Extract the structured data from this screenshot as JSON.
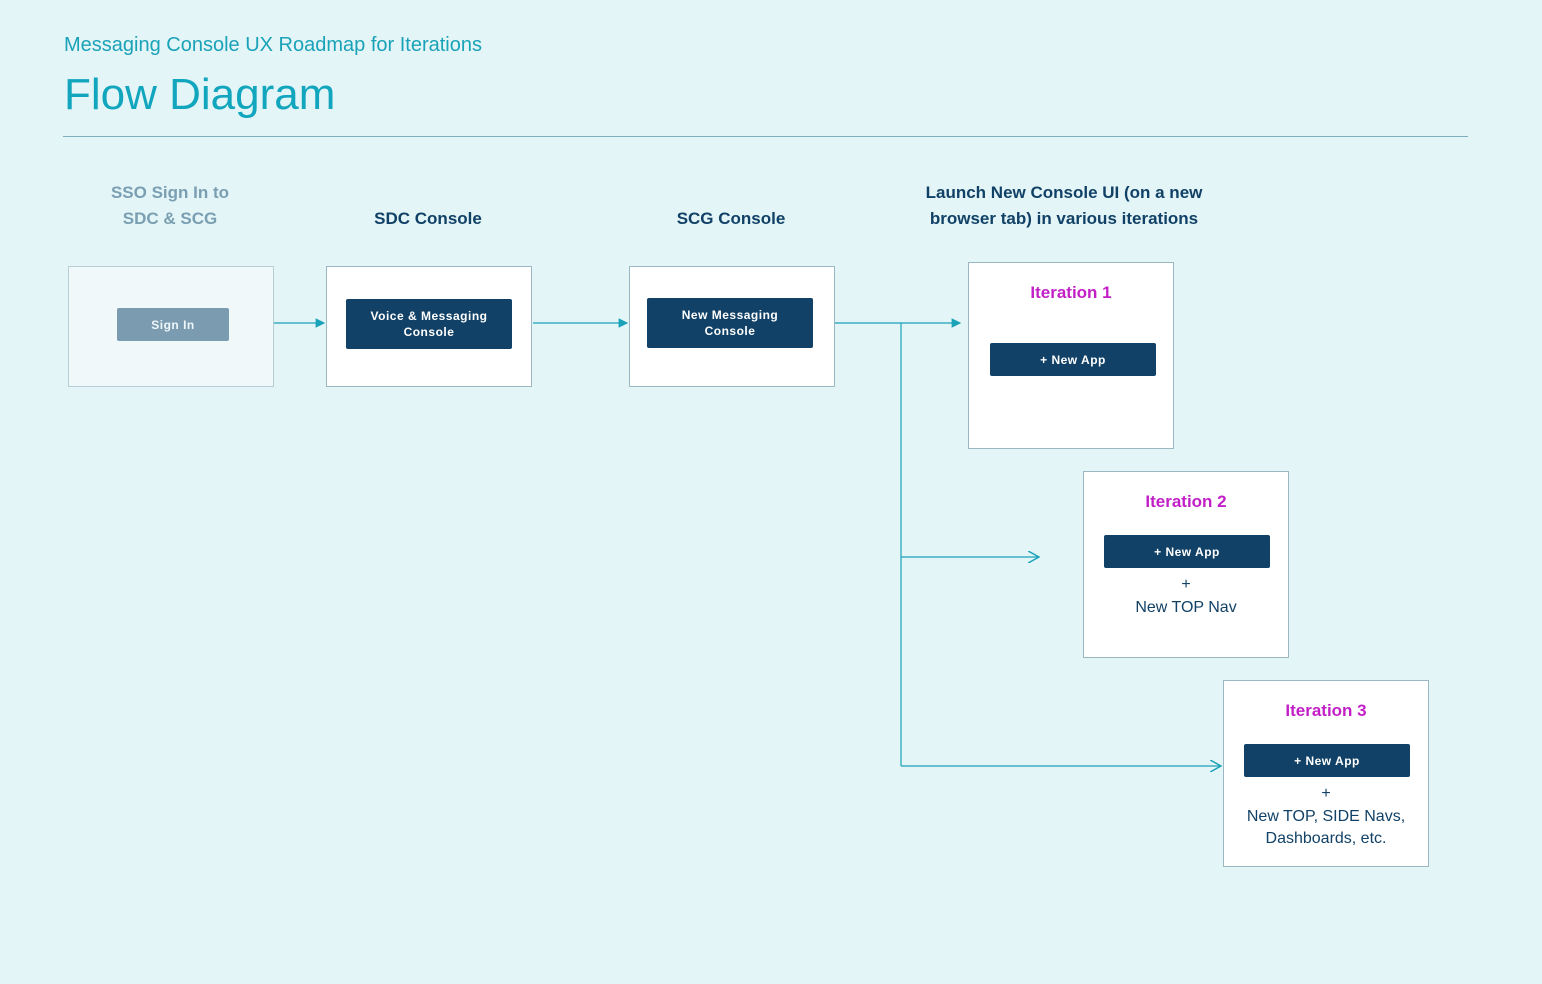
{
  "header": {
    "subtitle": "Messaging Console UX Roadmap for Iterations",
    "title": "Flow Diagram"
  },
  "columns": {
    "sso": {
      "heading": "SSO Sign In to\nSDC & SCG",
      "button": "Sign In"
    },
    "sdc": {
      "heading": "SDC Console",
      "button": "Voice & Messaging\nConsole"
    },
    "scg": {
      "heading": "SCG Console",
      "button": "New Messaging\nConsole"
    },
    "launch": {
      "heading": "Launch New Console UI (on a new\nbrowser tab) in various iterations"
    }
  },
  "iterations": [
    {
      "title": "Iteration 1",
      "button": "+ New App",
      "plus": "",
      "extra": ""
    },
    {
      "title": "Iteration 2",
      "button": "+ New App",
      "plus": "+",
      "extra": "New TOP Nav"
    },
    {
      "title": "Iteration 3",
      "button": "+ New App",
      "plus": "+",
      "extra": "New TOP, SIDE Navs,\nDashboards, etc."
    }
  ],
  "colors": {
    "background": "#e3f5f7",
    "accent": "#12a6be",
    "navy": "#114166",
    "iteration": "#c21fc7",
    "connector": "#1aa2b8"
  }
}
